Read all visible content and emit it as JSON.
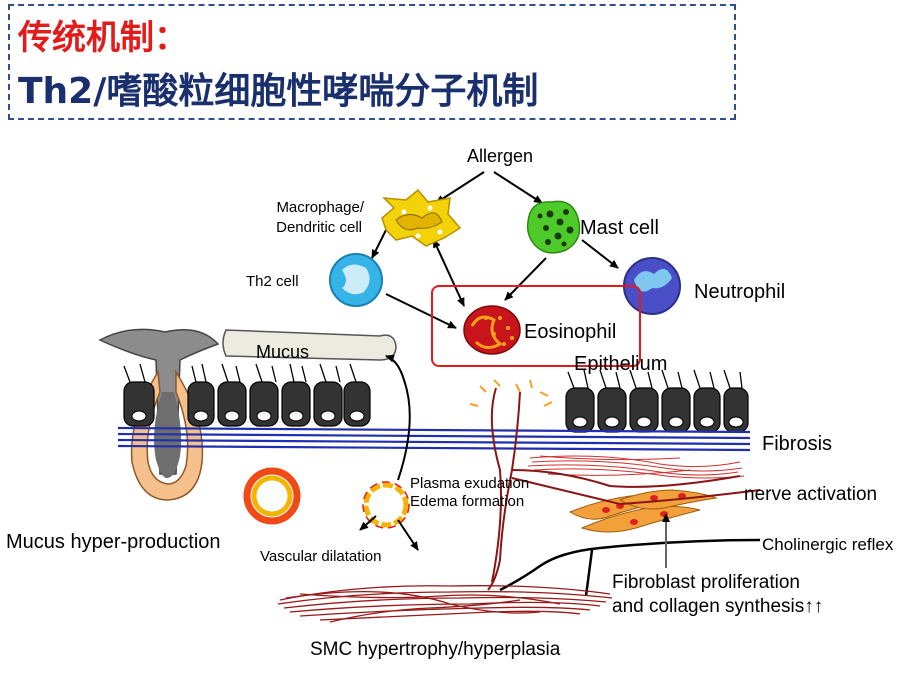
{
  "slide": {
    "title_line1": "传统机制：",
    "title_line2": "Th2/嗜酸粒细胞性哮喘分子机制",
    "accent_red": "#e31b1b",
    "title_blue": "#1a2f6e"
  },
  "diagram": {
    "allergen": "Allergen",
    "macrophage_line1": "Macrophage/",
    "macrophage_line2": "Dendritic cell",
    "mast_cell": "Mast cell",
    "th2_cell": "Th2 cell",
    "neutrophil": "Neutrophil",
    "eosinophil": "Eosinophil",
    "mucus": "Mucus",
    "epithelium": "Epithelium",
    "fibrosis": "Fibrosis",
    "plasma_exudation": "Plasma exudation",
    "edema_formation": "Edema formation",
    "nerve_activation": "nerve activation",
    "mucus_hyper": "Mucus hyper-production",
    "cholinergic": "Cholinergic reflex",
    "vascular": "Vascular dilatation",
    "fibroblast_line1": "Fibroblast proliferation",
    "fibroblast_line2": "and collagen synthesis↑↑",
    "smc": "SMC hypertrophy/hyperplasia"
  }
}
